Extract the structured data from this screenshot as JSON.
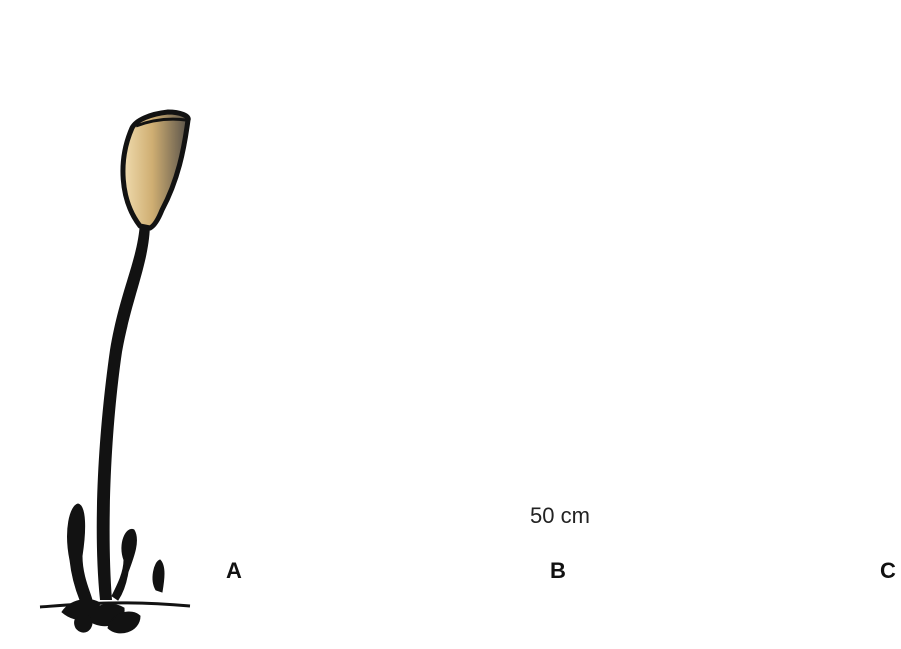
{
  "figure": {
    "plants": [
      {
        "label": "A"
      },
      {
        "label": "B"
      },
      {
        "label": "C"
      }
    ],
    "scale_bar": {
      "text": "50 cm",
      "marker_color": "#d62728"
    },
    "colors": {
      "outline": "#121212",
      "bulb_light": "#e8d2a2",
      "bulb_mid": "#c8a46a",
      "bulb_shadow": "#6d6455",
      "frond": "#a59067",
      "frond_light": "#cdb88c"
    }
  }
}
